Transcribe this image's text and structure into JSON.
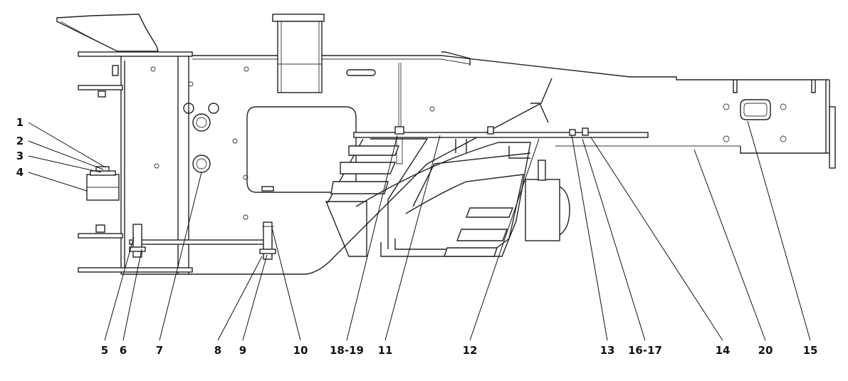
{
  "callouts": [
    {
      "id": "c1",
      "text": "1"
    },
    {
      "id": "c2",
      "text": "2"
    },
    {
      "id": "c3",
      "text": "3"
    },
    {
      "id": "c4",
      "text": "4"
    },
    {
      "id": "c5",
      "text": "5"
    },
    {
      "id": "c6",
      "text": "6"
    },
    {
      "id": "c7",
      "text": "7"
    },
    {
      "id": "c8",
      "text": "8"
    },
    {
      "id": "c9",
      "text": "9"
    },
    {
      "id": "c10",
      "text": "10"
    },
    {
      "id": "c18",
      "text": "18-19"
    },
    {
      "id": "c11",
      "text": "11"
    },
    {
      "id": "c12",
      "text": "12"
    },
    {
      "id": "c13",
      "text": "13"
    },
    {
      "id": "c16",
      "text": "16-17"
    },
    {
      "id": "c14",
      "text": "14"
    },
    {
      "id": "c20",
      "text": "20"
    },
    {
      "id": "c15",
      "text": "15"
    }
  ]
}
